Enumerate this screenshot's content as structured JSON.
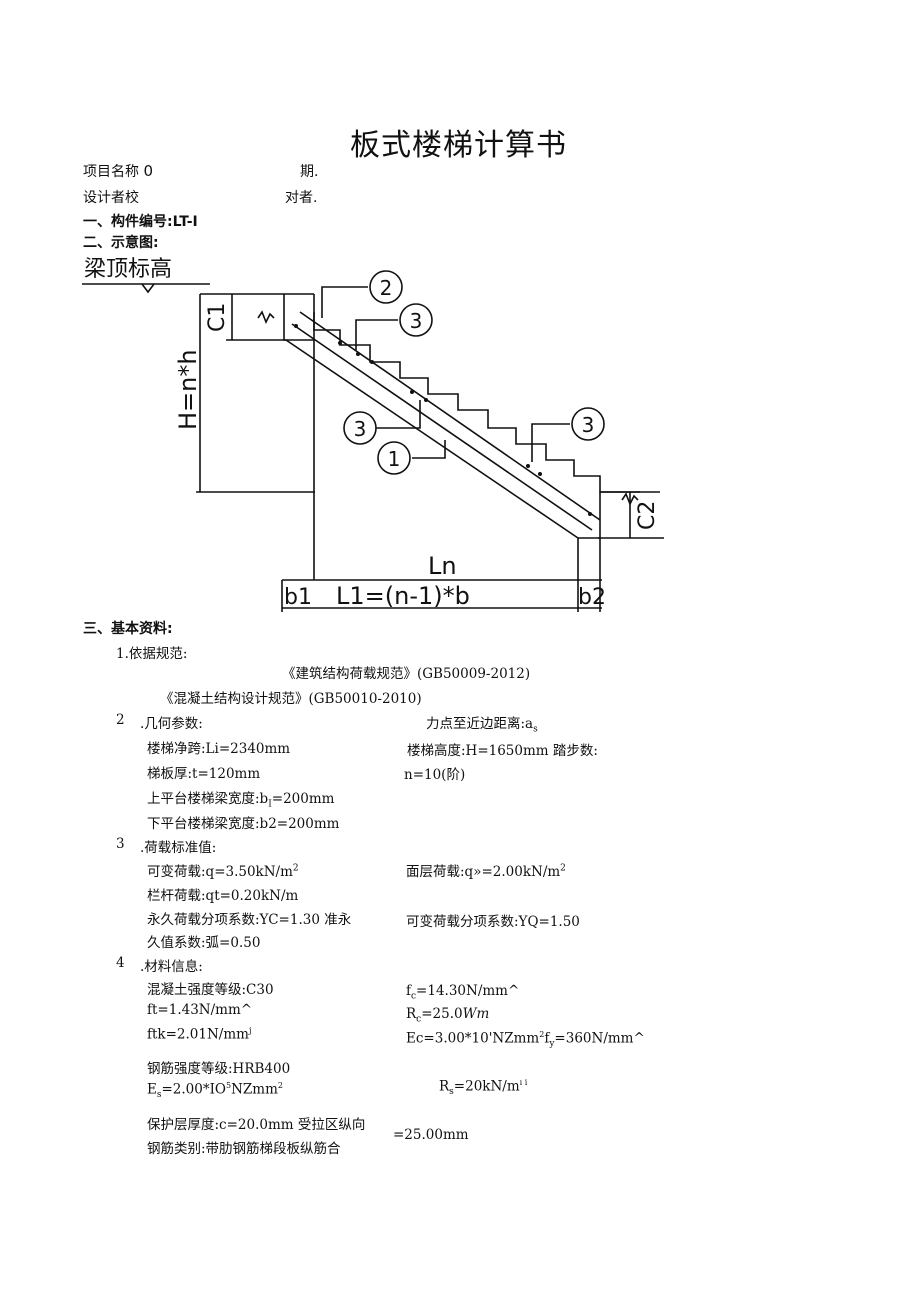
{
  "doc": {
    "title": "板式楼梯计算书",
    "project_name": "项目名称",
    "project_name_value": "0",
    "date_label": "期.",
    "designer": "设计者校",
    "checker": "对者."
  },
  "sections": {
    "s1": "一、构件编号:",
    "s1_value": "LT-I",
    "s2": "二、示意图:",
    "s3": "三、基本资料:"
  },
  "diagram": {
    "beam_top_label": "梁顶标高",
    "c1": "C1",
    "c2": "C2",
    "h_label": "H=n*h",
    "ln": "Ln",
    "b1": "b1",
    "l1": "L1=(n-1)*b",
    "b2": "b2",
    "callouts": [
      "2",
      "3",
      "3",
      "1",
      "3"
    ]
  },
  "basic": {
    "i1": "1.依据规范:",
    "code1": "《建筑结构荷载规范》(GB50009-2012)",
    "code2": "《混凝土结构设计规范》(GB50010-2010)",
    "i2_num": "2",
    "i2": ".几何参数:",
    "i2_right": "力点至近边距离:a",
    "i2_right_sub": "s",
    "span": "楼梯净跨:Li=2340mm",
    "height": "楼梯高度:H=1650mm 踏步数:",
    "thick": "梯板厚:t=120mm",
    "steps": "n=10(阶)",
    "b1_main": "上平台楼梯梁宽度:b",
    "b1_sub": "I",
    "b1_tail": "=200mm",
    "b2": "下平台楼梯梁宽度:b2=200mm",
    "i3_num": "3",
    "i3": ".荷载标准值:",
    "live": "可变荷载:q=3.50kN/m",
    "live_sup": "2",
    "surface": "面层荷载:q»=2.00kN/m",
    "surface_sup": "2",
    "rail": "栏杆荷载:qt=0.20kN/m",
    "yc": "永久荷载分项系数:YC=1.30 准永",
    "yq": "可变荷载分项系数:YQ=1.50",
    "psi": "久值系数:弧=0.50",
    "i4_num": "4",
    "i4": ".材料信息:",
    "conc": "混凝土强度等级:C30",
    "fc_pre": "f",
    "fc_sub": "c",
    "fc_tail": "=14.30N/mm^",
    "ft": "ft=1.43N/mm^",
    "rc_pre": "R",
    "rc_sub": "c",
    "rc_tail": "=25.0",
    "rc_unit": "Wm",
    "ftk": "ftk=2.01N/mm",
    "ftk_sup": "j",
    "ec": "Ec=3.00*10'NZmm",
    "ec_sup": "2",
    "fy_pre": "f",
    "fy_sub": "y",
    "fy_tail": "=360N/mm^",
    "steel": "钢筋强度等级:HRB400",
    "es_pre": "E",
    "es_sub": "s",
    "es_mid": "=2.00*IO",
    "es_sup": "5",
    "es_tail": "NZmm",
    "es_sup2": "2",
    "rs_pre": "R",
    "rs_sub": "s",
    "rs_tail": "=20kN/m",
    "rs_sup": "ı i",
    "cover": "保护层厚度:c=20.0mm 受拉区纵向",
    "rebar": "钢筋类别:带肋钢筋梯段板纵筋合",
    "as_val": "=25.00mm"
  }
}
